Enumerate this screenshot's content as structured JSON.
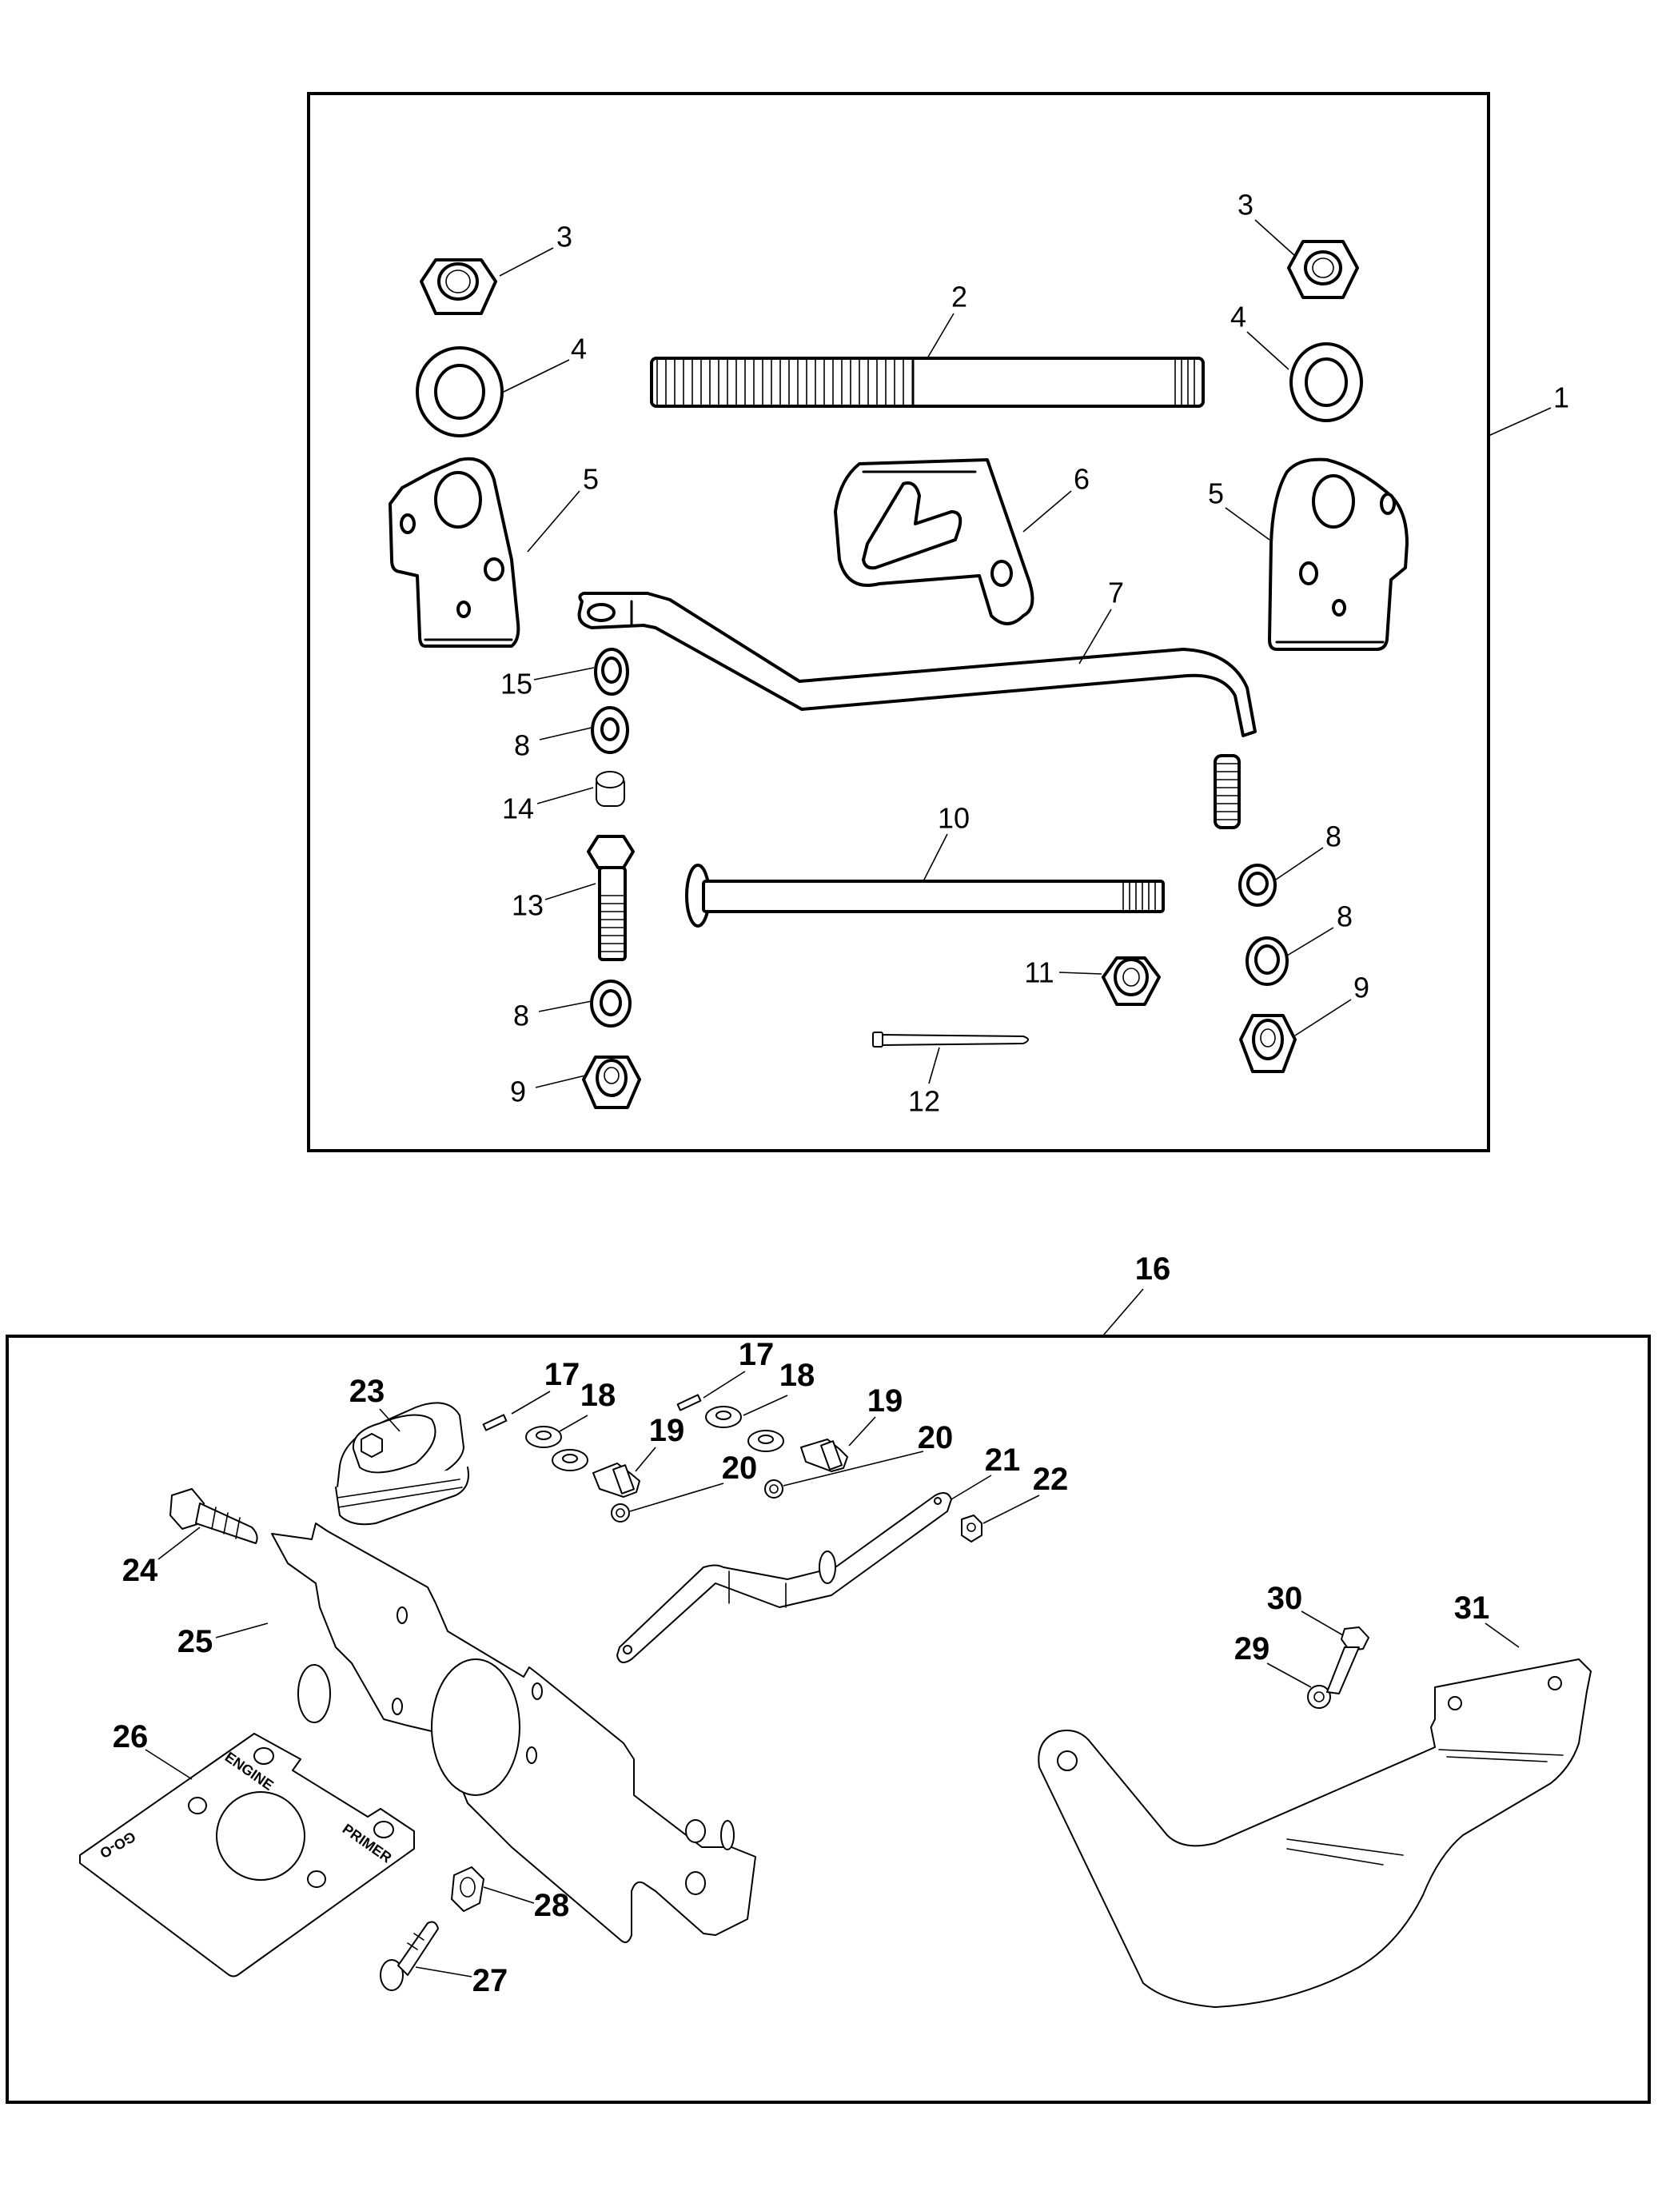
{
  "diagram": {
    "title": "Throttle / choke control linkage exploded parts diagram",
    "groups": [
      {
        "id": "upper-assembly",
        "callout": "1",
        "parts": [
          {
            "callout": "2",
            "part": "threaded-rod"
          },
          {
            "callout": "3",
            "part": "hex-nut-left"
          },
          {
            "callout": "3",
            "part": "hex-nut-right"
          },
          {
            "callout": "4",
            "part": "washer-left"
          },
          {
            "callout": "4",
            "part": "washer-right"
          },
          {
            "callout": "5",
            "part": "bracket-left"
          },
          {
            "callout": "5",
            "part": "bracket-right"
          },
          {
            "callout": "6",
            "part": "detent-plate"
          },
          {
            "callout": "7",
            "part": "control-lever"
          },
          {
            "callout": "8",
            "part": "washer"
          },
          {
            "callout": "8",
            "part": "washer"
          },
          {
            "callout": "8",
            "part": "washer"
          },
          {
            "callout": "8",
            "part": "washer"
          },
          {
            "callout": "9",
            "part": "lock-nut-left"
          },
          {
            "callout": "9",
            "part": "lock-nut-right"
          },
          {
            "callout": "10",
            "part": "carriage-bolt"
          },
          {
            "callout": "11",
            "part": "lock-nut"
          },
          {
            "callout": "12",
            "part": "cotter-pin"
          },
          {
            "callout": "13",
            "part": "hex-bolt"
          },
          {
            "callout": "14",
            "part": "spacer"
          },
          {
            "callout": "15",
            "part": "bushing"
          }
        ]
      },
      {
        "id": "lower-assembly",
        "callout": "16",
        "parts": [
          {
            "callout": "17",
            "part": "spring-pin"
          },
          {
            "callout": "17",
            "part": "spring-pin"
          },
          {
            "callout": "18",
            "part": "washer-pair"
          },
          {
            "callout": "18",
            "part": "washer-pair"
          },
          {
            "callout": "19",
            "part": "shoulder-stud"
          },
          {
            "callout": "19",
            "part": "shoulder-stud"
          },
          {
            "callout": "20",
            "part": "lock-washer"
          },
          {
            "callout": "20",
            "part": "lock-washer"
          },
          {
            "callout": "21",
            "part": "lever-arm"
          },
          {
            "callout": "22",
            "part": "nut"
          },
          {
            "callout": "23",
            "part": "primer-bulb"
          },
          {
            "callout": "24",
            "part": "screw"
          },
          {
            "callout": "25",
            "part": "mounting-plate"
          },
          {
            "callout": "26",
            "part": "gasket"
          },
          {
            "callout": "27",
            "part": "screw"
          },
          {
            "callout": "28",
            "part": "nut"
          },
          {
            "callout": "29",
            "part": "lock-washer"
          },
          {
            "callout": "30",
            "part": "bolt"
          },
          {
            "callout": "31",
            "part": "support-bracket"
          }
        ]
      }
    ],
    "gasket_labels": {
      "engine": "ENGINE",
      "primer": "PRIMER",
      "code": "GO-O"
    }
  }
}
